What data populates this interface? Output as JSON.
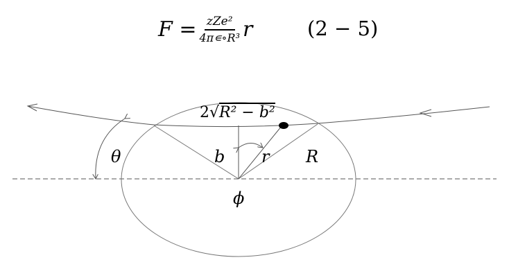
{
  "formula": {
    "lhs": "F =",
    "numerator": "zZe²",
    "denominator": "4π∊∘R³",
    "trailing": "r",
    "equation_number": "(2 − 5)"
  },
  "diagram": {
    "labels": {
      "theta": "θ",
      "b": "b",
      "r": "r",
      "R": "R",
      "phi": "ϕ",
      "chord_prefix": "2√",
      "chord_radicand": "R² − b²"
    },
    "colors": {
      "stroke": "#555555",
      "text": "#000000"
    }
  }
}
